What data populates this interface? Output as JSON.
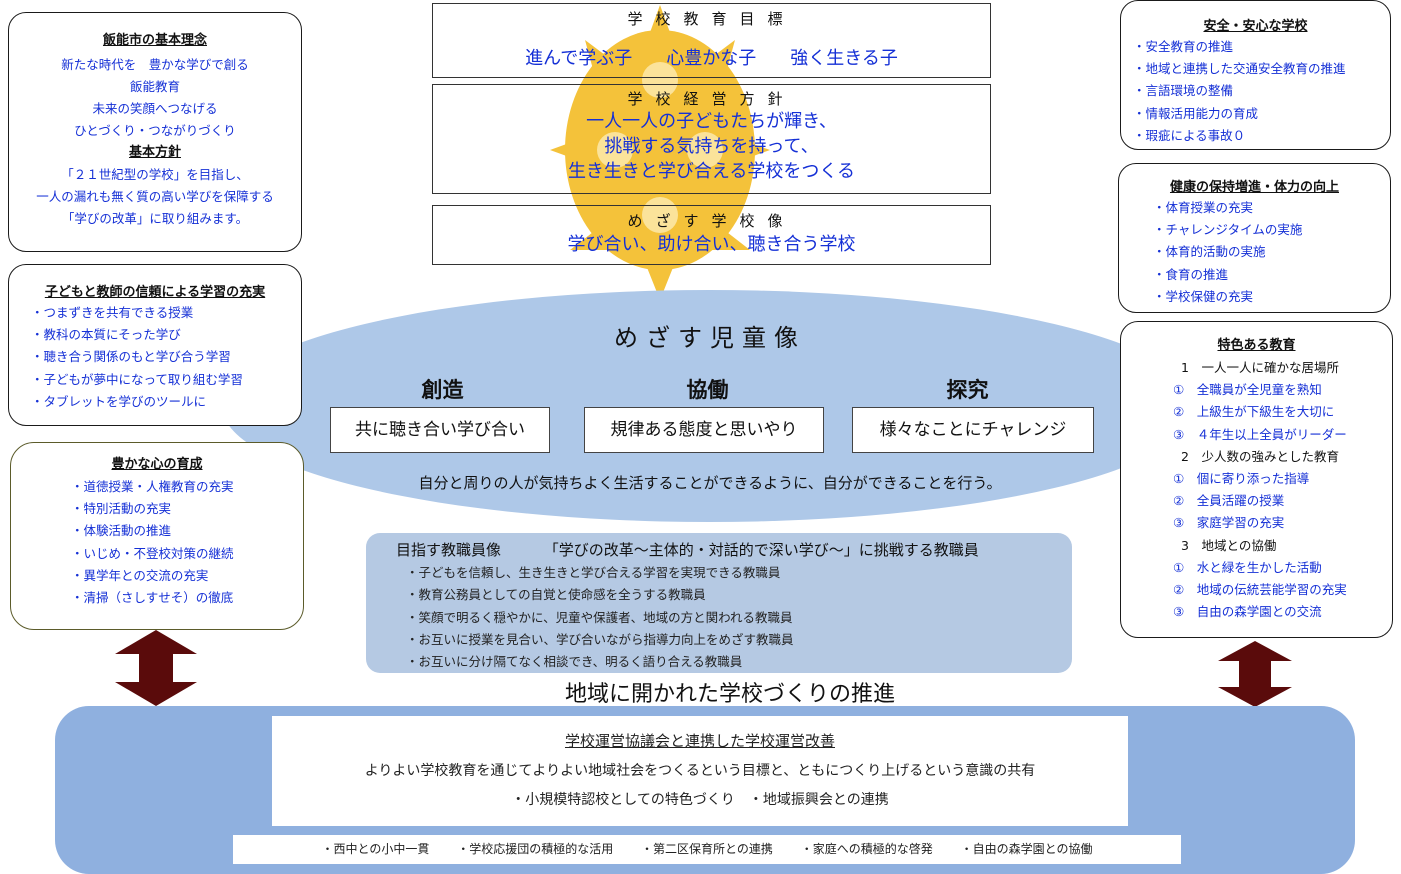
{
  "colors": {
    "ellipse": "#aec8e8",
    "staff_box": "#b5c9e3",
    "bottom_band": "#8fb0df",
    "arrow": "#5a0b0b",
    "crest": "#f4c23a",
    "blue_text": "#1530d6"
  },
  "icons": {
    "crest": "school-crest-emblem",
    "arrow": "double-headed-vertical-arrow"
  },
  "philosophy": {
    "title": "飯能市の基本理念",
    "lines": [
      "新たな時代を　豊かな学びで創る",
      "飯能教育",
      "未来の笑顔へつなげる",
      "ひとづくり・つながりづくり"
    ],
    "policy_title": "基本方針",
    "policy_lines": [
      "「２１世紀型の学校」を目指し、",
      "一人の漏れも無く質の高い学びを保障する",
      "「学びの改革」に取り組みます。"
    ]
  },
  "learning": {
    "title": "子どもと教師の信頼による学習の充実",
    "items": [
      "つまずきを共有できる授業",
      "教科の本質にそった学び",
      "聴き合う関係のもと学び合う学習",
      "子どもが夢中になって取り組む学習",
      "タブレットを学びのツールに"
    ]
  },
  "heart": {
    "title": "豊かな心の育成",
    "items": [
      "道徳授業・人権教育の充実",
      "特別活動の充実",
      "体験活動の推進",
      "いじめ・不登校対策の継続",
      "異学年との交流の充実",
      "清掃（さしすせそ）の徹底"
    ]
  },
  "school_goal": {
    "title": "学校教育目標",
    "goals": [
      "進んで学ぶ子",
      "心豊かな子",
      "強く生きる子"
    ]
  },
  "management": {
    "title": "学校経営方針",
    "lines": [
      "一人一人の子どもたちが輝き、",
      "挑戦する気持ちを持って、",
      "生き生きと学び合える学校をつくる"
    ]
  },
  "target_school": {
    "title": "めざす学校像",
    "text": "学び合い、助け合い、聴き合う学校"
  },
  "ideal_child": {
    "title": "めざす児童像",
    "traits": [
      {
        "head": "創造",
        "box": "共に聴き合い学び合い"
      },
      {
        "head": "協働",
        "box": "規律ある態度と思いやり"
      },
      {
        "head": "探究",
        "box": "様々なことにチャレンジ"
      }
    ],
    "footer": "自分と周りの人が気持ちよく生活することができるように、自分ができることを行う。"
  },
  "staff": {
    "label": "目指す教職員像",
    "title": "「学びの改革〜主体的・対話的で深い学び〜」に挑戦する教職員",
    "items": [
      "子どもを信頼し、生き生きと学び合える学習を実現できる教職員",
      "教育公務員としての自覚と使命感を全うする教職員",
      "笑顔で明るく穏やかに、児童や保護者、地域の方と関われる教職員",
      "お互いに授業を見合い、学び合いながら指導力向上をめざす教職員",
      "お互いに分け隔てなく相談でき、明るく語り合える教職員"
    ]
  },
  "safety": {
    "title": "安全・安心な学校",
    "items": [
      "安全教育の推進",
      "地域と連携した交通安全教育の推進",
      "言語環境の整備",
      "情報活用能力の育成",
      "瑕疵による事故０"
    ]
  },
  "health": {
    "title": "健康の保持増進・体力の向上",
    "items": [
      "体育授業の充実",
      "チャレンジタイムの実施",
      "体育的活動の実施",
      "食育の推進",
      "学校保健の充実"
    ]
  },
  "features": {
    "title": "特色ある教育",
    "rows": [
      {
        "kind": "cat",
        "text": "1　一人一人に確かな居場所"
      },
      {
        "kind": "sub",
        "text": "①　全職員が全児童を熟知"
      },
      {
        "kind": "sub",
        "text": "②　上級生が下級生を大切に"
      },
      {
        "kind": "sub",
        "text": "③　４年生以上全員がリーダー"
      },
      {
        "kind": "cat",
        "text": "2　少人数の強みとした教育"
      },
      {
        "kind": "sub",
        "text": "①　個に寄り添った指導"
      },
      {
        "kind": "sub",
        "text": "②　全員活躍の授業"
      },
      {
        "kind": "sub",
        "text": "③　家庭学習の充実"
      },
      {
        "kind": "cat",
        "text": "3　地域との協働"
      },
      {
        "kind": "sub",
        "text": "①　水と緑を生かした活動"
      },
      {
        "kind": "sub",
        "text": "②　地域の伝統芸能学習の充実"
      },
      {
        "kind": "sub",
        "text": "③　自由の森学園との交流"
      }
    ]
  },
  "community": {
    "heading": "地域に開かれた学校づくりの推進",
    "box_title": "学校運営協議会と連携した学校運営改善",
    "box_line1": "よりよい学校教育を通じてよりよい地域社会をつくるという目標と、ともにつくり上げるという意識の共有",
    "box_line2": "・小規模特認校としての特色づくり　・地域振興会との連携",
    "bottom_items": [
      "・西中との小中一貫",
      "・学校応援団の積極的な活用",
      "・第二区保育所との連携",
      "・家庭への積極的な啓発",
      "・自由の森学園との協働"
    ]
  }
}
